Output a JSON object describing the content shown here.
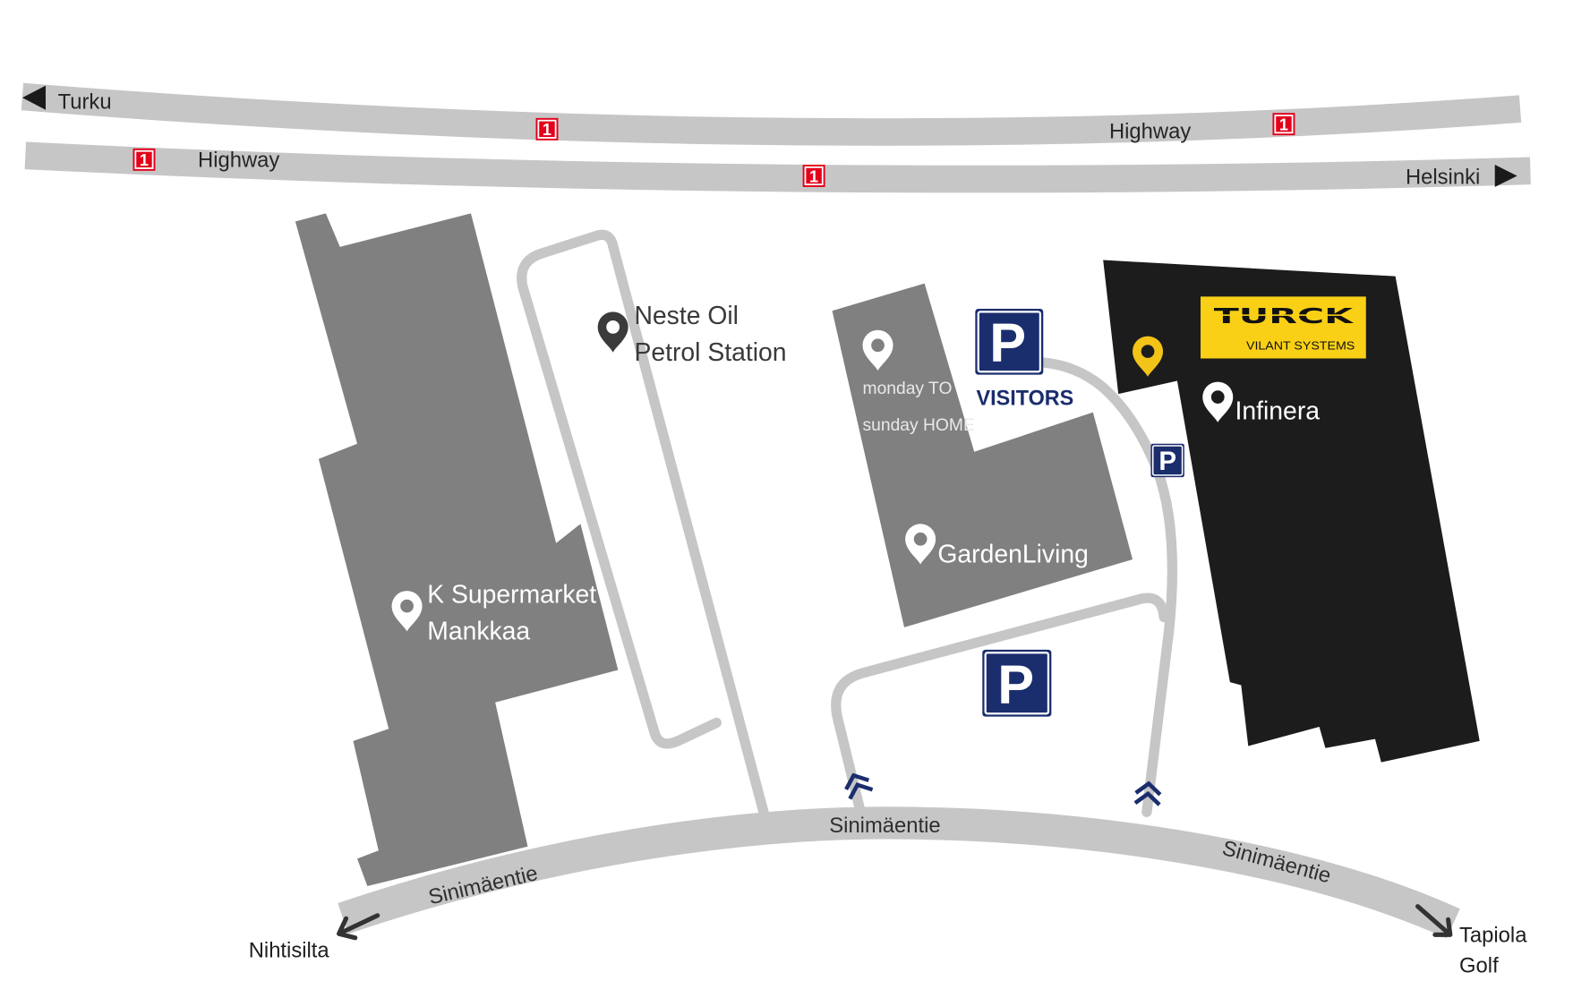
{
  "highway": {
    "label_upper": "Highway",
    "label_lower": "Highway",
    "route_badges": [
      "1",
      "1",
      "1",
      "1"
    ],
    "destination_west": "Turku",
    "destination_east": "Helsinki"
  },
  "street": {
    "name_left": "Sinimäentie",
    "name_center": "Sinimäentie",
    "name_right": "Sinimäentie",
    "destination_southwest": "Nihtisilta",
    "destination_southeast": [
      "Tapiola",
      "Golf"
    ]
  },
  "places": {
    "petrol_station": [
      "Neste Oil",
      "Petrol Station"
    ],
    "supermarket": [
      "K Supermarket",
      "Mankkaa"
    ],
    "home_store": [
      "monday TO",
      "sunday HOME"
    ],
    "garden_store": "GardenLiving",
    "office": "Infinera"
  },
  "parking": {
    "signs": [
      "P",
      "P",
      "P"
    ],
    "visitors_label": "VISITORS"
  },
  "logo": {
    "brand": "TURCK",
    "subtitle": "VILANT SYSTEMS"
  },
  "colors": {
    "road": "#c6c6c6",
    "building": "#808080",
    "turck_building": "#1c1c1c",
    "parking": "#1a2d6d",
    "logo_yellow": "#f9d016",
    "pin_yellow": "#f3c318",
    "route_badge": "#e3001b"
  }
}
